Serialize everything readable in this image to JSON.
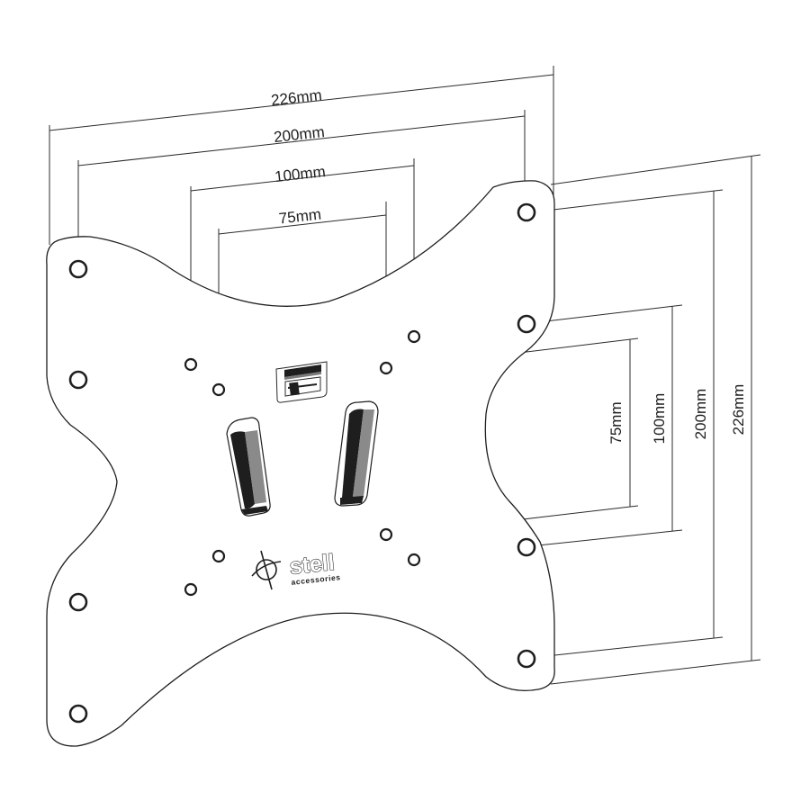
{
  "dimensions": {
    "horizontal": {
      "outer": "226mm",
      "second": "200mm",
      "third": "100mm",
      "inner": "75mm"
    },
    "vertical": {
      "inner": "75mm",
      "third": "100mm",
      "second": "200mm",
      "outer": "226mm"
    }
  },
  "logo": {
    "brand": "stell",
    "tagline": "accessories"
  },
  "colors": {
    "line": "#1e1e1e",
    "background": "#ffffff"
  }
}
